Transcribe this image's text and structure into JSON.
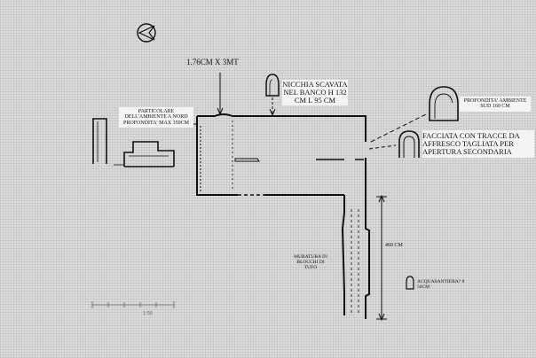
{
  "labels": {
    "top_dimension": "1.76CM x 3MT",
    "niche": "NICCHIA SCAVATA NEL BANCO H 132 CM L 95 CM",
    "north_detail": "PARTICOLARE DELL'AMBIENTE A NORD PROFONDITA' MAX 350CM",
    "south_depth": "PROFONDITA' AMBIENTE SUD 160 CM",
    "facade": "FACCIATA CON TRACCE DA AFFRESCO TAGLIATA PER APERTURA SECONDARIA",
    "vertical_dimension": "460 CM",
    "masonry": "MURATURA IN BLOCCHI DI TUFO",
    "holy_water": "ACQUASANTIERA? 8 50CM",
    "scale": "1:50"
  },
  "icons": {
    "north": "north-arrow-icon",
    "niche": "niche-arch-icon",
    "south": "south-arch-icon",
    "facade": "facade-arch-icon",
    "holy_water": "holy-water-stoup-icon"
  }
}
